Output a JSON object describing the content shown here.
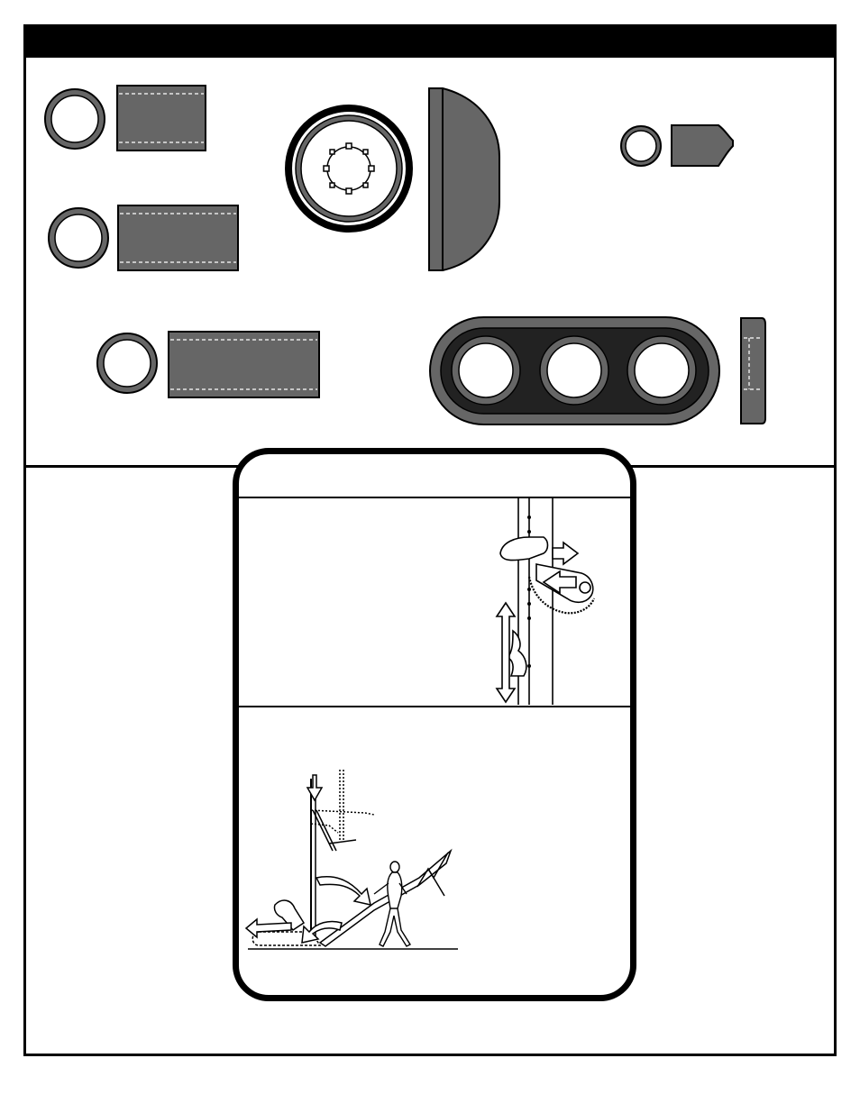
{
  "header": {
    "title": ""
  },
  "parts_panel": {
    "items": [
      {
        "kind": "ring-and-tube",
        "icon": "washer-spacer-short-icon"
      },
      {
        "kind": "ring-and-tube",
        "icon": "washer-spacer-medium-icon"
      },
      {
        "kind": "ring-and-tube",
        "icon": "washer-spacer-long-icon"
      },
      {
        "kind": "knob",
        "icon": "round-knob-cap-icon"
      },
      {
        "kind": "small-cap",
        "icon": "small-end-cap-icon"
      },
      {
        "kind": "bracket",
        "icon": "three-hole-bracket-icon"
      }
    ]
  },
  "instruction_card": {
    "steps": [
      {
        "icon": "height-adjust-handle-icon"
      },
      {
        "icon": "fold-down-system-icon"
      }
    ]
  },
  "colors": {
    "part_fill": "#666666",
    "ink": "#000000",
    "paper": "#ffffff"
  }
}
